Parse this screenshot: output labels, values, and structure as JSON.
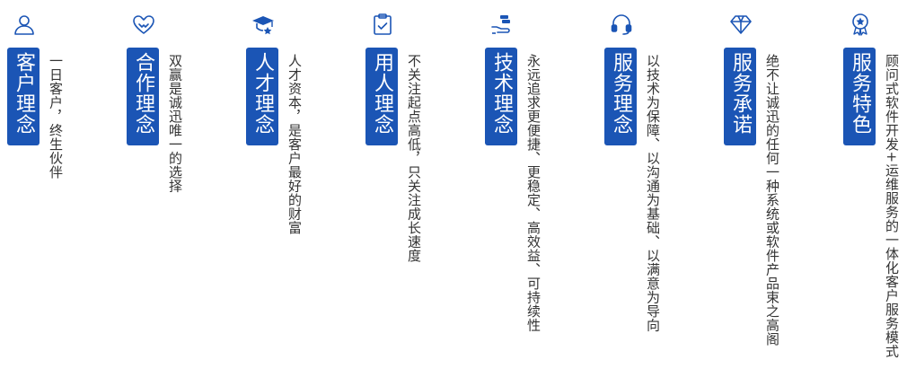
{
  "accent_color": "#1b55b5",
  "text_color": "#333333",
  "columns": [
    {
      "icon": "user-icon",
      "title": "客户理念",
      "desc": "一日客户，终生伙伴"
    },
    {
      "icon": "handshake-icon",
      "title": "合作理念",
      "desc": "双赢是诚迅唯一的选择"
    },
    {
      "icon": "graduation-cap-icon",
      "title": "人才理念",
      "desc": "人才资本，是客户最好的财富"
    },
    {
      "icon": "clipboard-check-icon",
      "title": "用人理念",
      "desc": "不关注起点高低，只关注成长速度"
    },
    {
      "icon": "hand-coins-icon",
      "title": "技术理念",
      "desc": "永远追求更便捷、更稳定、高效益、可持续性"
    },
    {
      "icon": "headset-icon",
      "title": "服务理念",
      "desc": "以技术为保障、以沟通为基础、以满意为导向"
    },
    {
      "icon": "diamond-icon",
      "title": "服务承诺",
      "desc": "绝不让诚迅的任何一种系统或软件产品束之高阁"
    },
    {
      "icon": "award-badge-icon",
      "title": "服务特色",
      "desc": "顾问式软件开发+运维服务的一体化客户服务模式"
    }
  ]
}
